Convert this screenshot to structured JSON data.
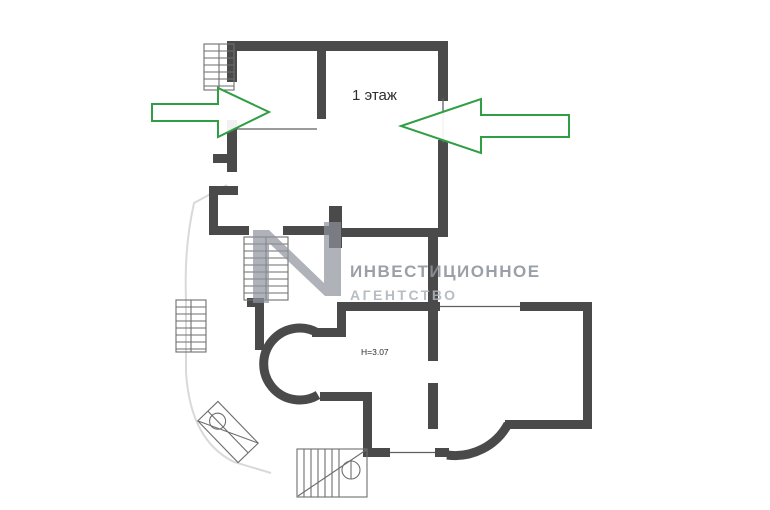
{
  "plan": {
    "floor_label": "1 этаж",
    "height_label": "Н=3.07"
  },
  "watermark": {
    "line1": "ИНВЕСТИЦИОННОЕ",
    "line2": "АГЕНТСТВО",
    "logo": "n-monogram"
  },
  "icons": {
    "entry_arrow_left": "block-arrow-pointing-right",
    "entry_arrow_right": "block-arrow-pointing-left",
    "stairs": "tread-hatch-symbol"
  },
  "colors": {
    "background": "#ffffff",
    "wall": "#4a4a4a",
    "thin_line": "#5f5f5f",
    "stair_line": "#6e6e6e",
    "light_outline": "#d9d9d9",
    "arrow_green": "#2f9e44",
    "watermark_dark": "#8d949c",
    "watermark_light": "#aeb4ba",
    "label_text": "#2e2e2e"
  }
}
